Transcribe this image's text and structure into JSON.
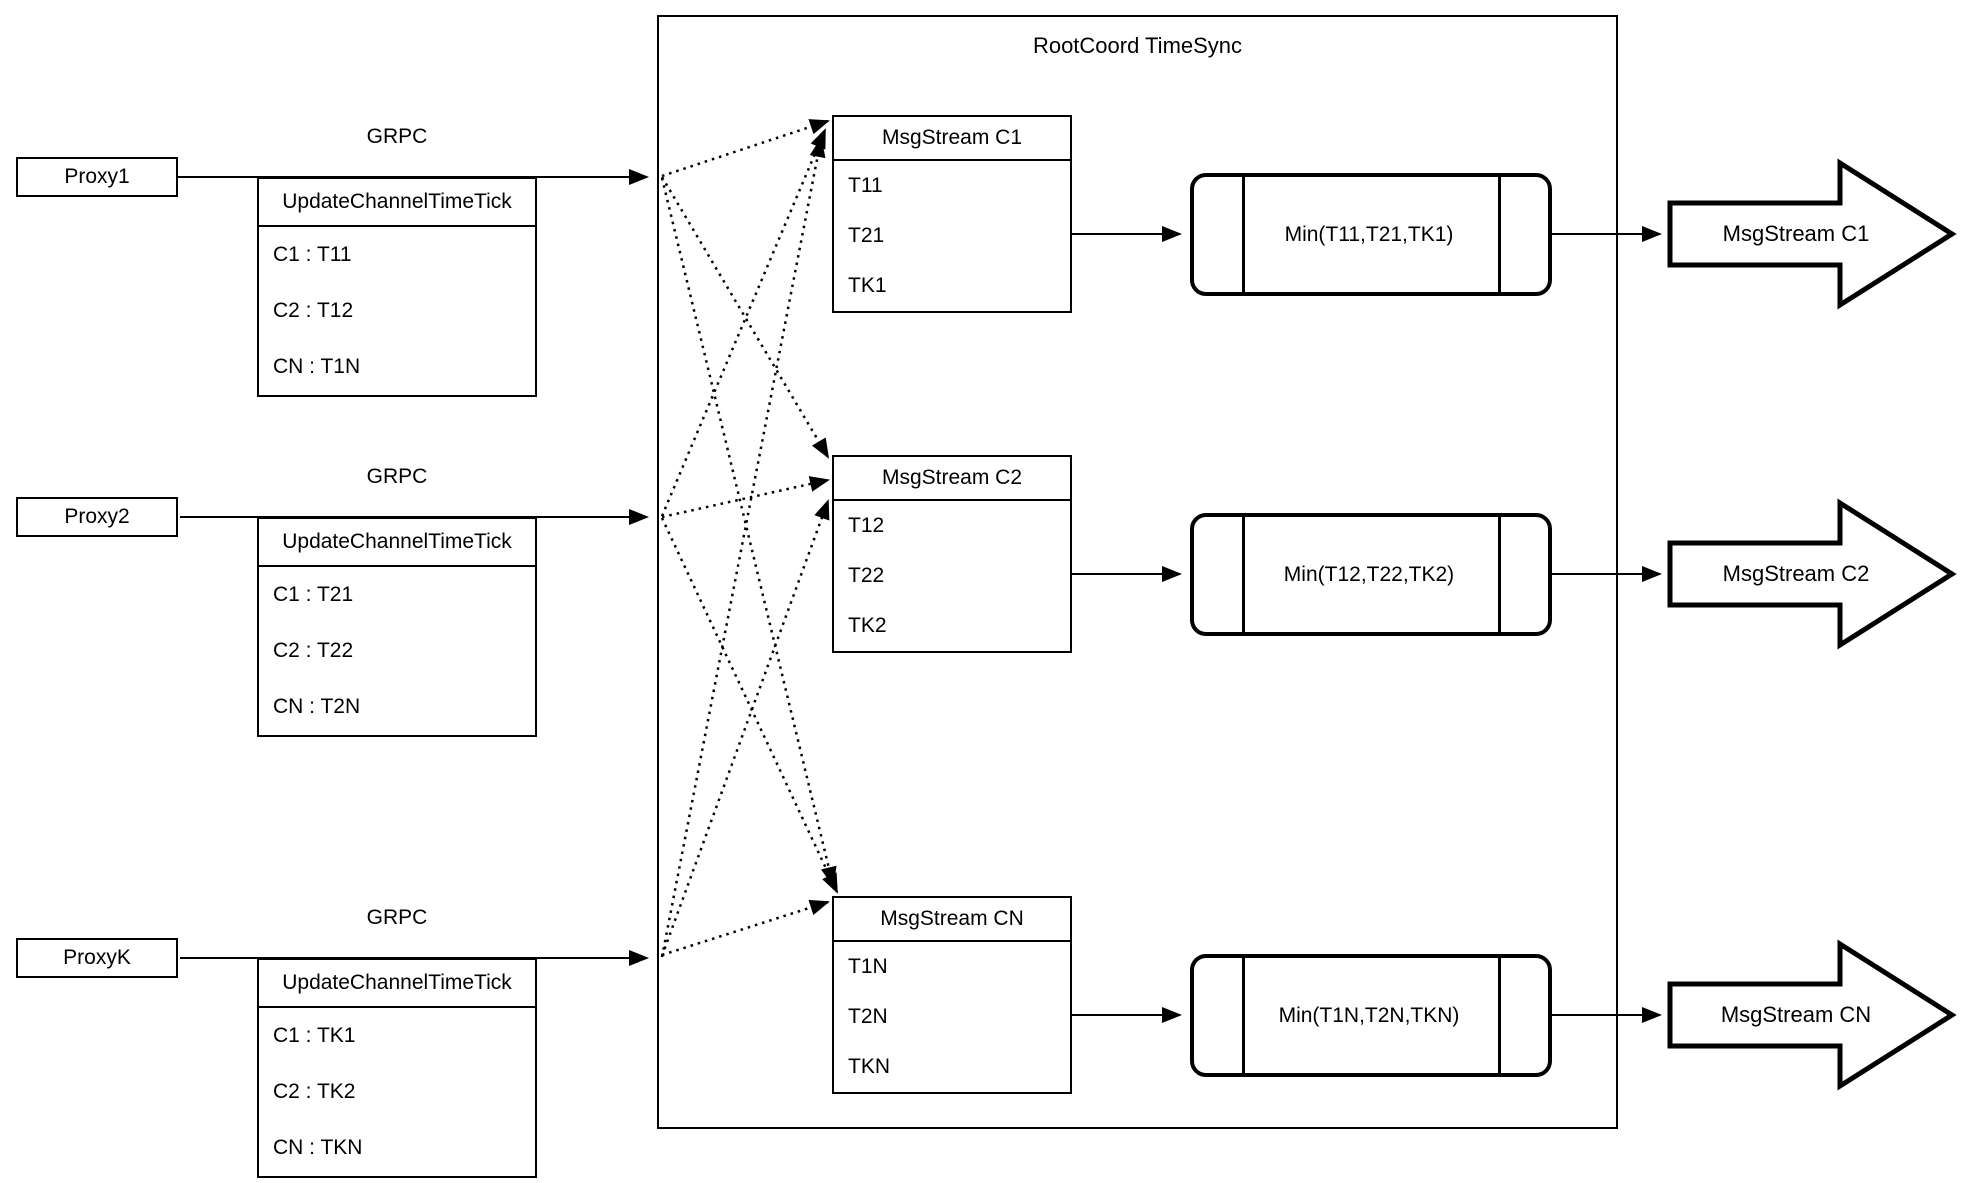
{
  "title": "RootCoord TimeSync",
  "rows": [
    {
      "proxy": "Proxy1",
      "protocol": "GRPC",
      "request": {
        "header": "UpdateChannelTimeTick",
        "entries": [
          "C1 : T11",
          "C2 : T12",
          "CN : T1N"
        ]
      },
      "stream": {
        "header": "MsgStream C1",
        "entries": [
          "T11",
          "T21",
          "TK1"
        ]
      },
      "min": "Min(T11,T21,TK1)",
      "output": "MsgStream C1"
    },
    {
      "proxy": "Proxy2",
      "protocol": "GRPC",
      "request": {
        "header": "UpdateChannelTimeTick",
        "entries": [
          "C1 : T21",
          "C2 : T22",
          "CN : T2N"
        ]
      },
      "stream": {
        "header": "MsgStream C2",
        "entries": [
          "T12",
          "T22",
          "TK2"
        ]
      },
      "min": "Min(T12,T22,TK2)",
      "output": "MsgStream C2"
    },
    {
      "proxy": "ProxyK",
      "protocol": "GRPC",
      "request": {
        "header": "UpdateChannelTimeTick",
        "entries": [
          "C1 : TK1",
          "C2 : TK2",
          "CN : TKN"
        ]
      },
      "stream": {
        "header": "MsgStream CN",
        "entries": [
          "T1N",
          "T2N",
          "TKN"
        ]
      },
      "min": "Min(T1N,T2N,TKN)",
      "output": "MsgStream CN"
    }
  ],
  "colors": {
    "line": "#000000",
    "background": "#ffffff",
    "shape_fill": "#ffffff"
  }
}
